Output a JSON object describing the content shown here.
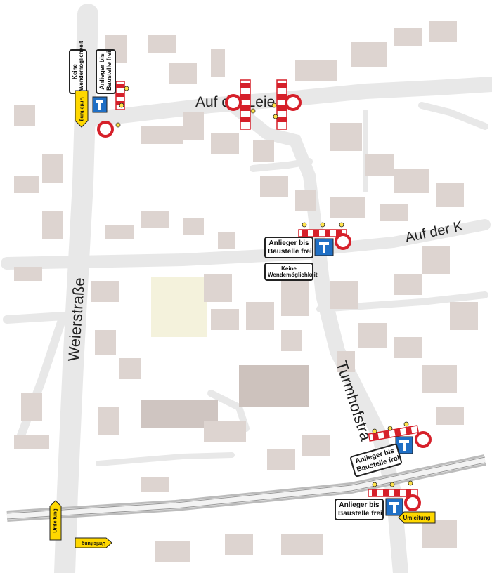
{
  "streets": {
    "weierstrasse": "Weierstraße",
    "auf_der_leie": "Auf der Leie",
    "auf_der_k": "Auf der K",
    "turmhofstrasse": "Turmhofstra"
  },
  "signs": {
    "anlieger_bis_baustelle_frei": "Anlieger bis Baustelle frei",
    "anlieger_line1": "Anlieger bis",
    "anlieger_line2": "Baustelle frei",
    "keine_line1": "Keine",
    "keine_line2": "Wendemöglichkeit",
    "umleitung": "Umleitung"
  },
  "colors": {
    "road": "#e9e9e9",
    "building": "#dcd3cf",
    "green_area": "#f4f2dc",
    "barrier_red": "#d6202a",
    "sign_blue": "#1f6fc5",
    "umleitung_yellow": "#ffd800",
    "warning_light": "#ffe34a"
  },
  "icons": [
    "road-closed-icon",
    "dead-end-icon",
    "barrier-icon",
    "warning-light-icon",
    "detour-arrow-icon"
  ]
}
